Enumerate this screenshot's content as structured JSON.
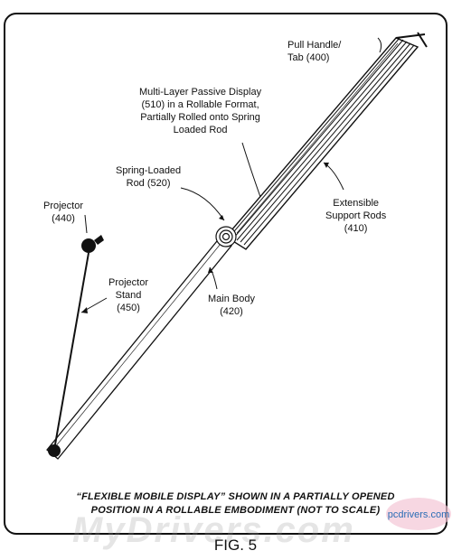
{
  "labels": {
    "pull_handle": [
      "Pull Handle/",
      "Tab (400)"
    ],
    "display": [
      "Multi-Layer Passive Display",
      "(510) in a Rollable Format,",
      "Partially Rolled onto Spring",
      "Loaded Rod"
    ],
    "rod": [
      "Spring-Loaded",
      "Rod (520)"
    ],
    "support_rods": [
      "Extensible",
      "Support Rods",
      "(410)"
    ],
    "projector": [
      "Projector",
      "(440)"
    ],
    "projector_stand": [
      "Projector",
      "Stand",
      "(450)"
    ],
    "main_body": [
      "Main Body",
      "(420)"
    ]
  },
  "caption": {
    "line1": "“FLEXIBLE MOBILE DISPLAY” SHOWN IN A PARTIALLY OPENED",
    "line2": "POSITION IN A ROLLABLE EMBODIMENT (NOT TO SCALE)"
  },
  "figure_label": "FIG. 5",
  "watermark": "MyDrivers.com",
  "badge_text": "pcdrivers.com"
}
